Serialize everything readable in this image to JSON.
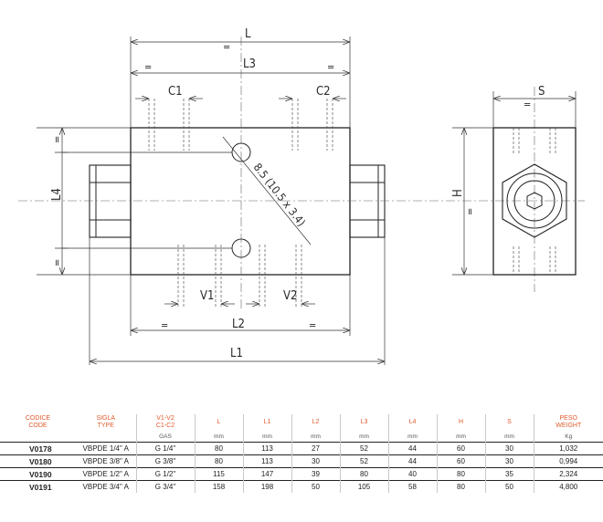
{
  "dimensions": {
    "L": "L",
    "L1": "L1",
    "L2": "L2",
    "L3": "L3",
    "L4": "L4",
    "C1": "C1",
    "C2": "C2",
    "V1": "V1",
    "V2": "V2",
    "H": "H",
    "S": "S",
    "eq": "=",
    "hole": "8.5 (10.5 x 3.4)"
  },
  "table": {
    "headers": [
      {
        "top": "CODICE",
        "bottom": "CODE"
      },
      {
        "top": "SIGLA",
        "bottom": "TYPE"
      },
      {
        "top": "V1-V2",
        "bottom": "C1-C2"
      },
      {
        "top": "L",
        "bottom": ""
      },
      {
        "top": "L1",
        "bottom": ""
      },
      {
        "top": "L2",
        "bottom": ""
      },
      {
        "top": "L3",
        "bottom": ""
      },
      {
        "top": "L4",
        "bottom": ""
      },
      {
        "top": "H",
        "bottom": ""
      },
      {
        "top": "S",
        "bottom": ""
      },
      {
        "top": "PESO",
        "bottom": "WEIGHT"
      }
    ],
    "units": [
      "",
      "",
      "GAS",
      "mm",
      "mm",
      "mm",
      "mm",
      "mm",
      "mm",
      "mm",
      "Kg"
    ],
    "rows": [
      [
        "V0178",
        "VBPDE 1/4\" A",
        "G 1/4\"",
        "80",
        "113",
        "27",
        "52",
        "44",
        "60",
        "30",
        "1,032"
      ],
      [
        "V0180",
        "VBPDE 3/8\" A",
        "G 3/8\"",
        "80",
        "113",
        "30",
        "52",
        "44",
        "60",
        "30",
        "0,994"
      ],
      [
        "V0190",
        "VBPDE 1/2\" A",
        "G 1/2\"",
        "115",
        "147",
        "39",
        "80",
        "40",
        "80",
        "35",
        "2,324"
      ],
      [
        "V0191",
        "VBPDE 3/4\" A",
        "G 3/4\"",
        "158",
        "198",
        "50",
        "105",
        "58",
        "80",
        "50",
        "4,800"
      ]
    ]
  }
}
